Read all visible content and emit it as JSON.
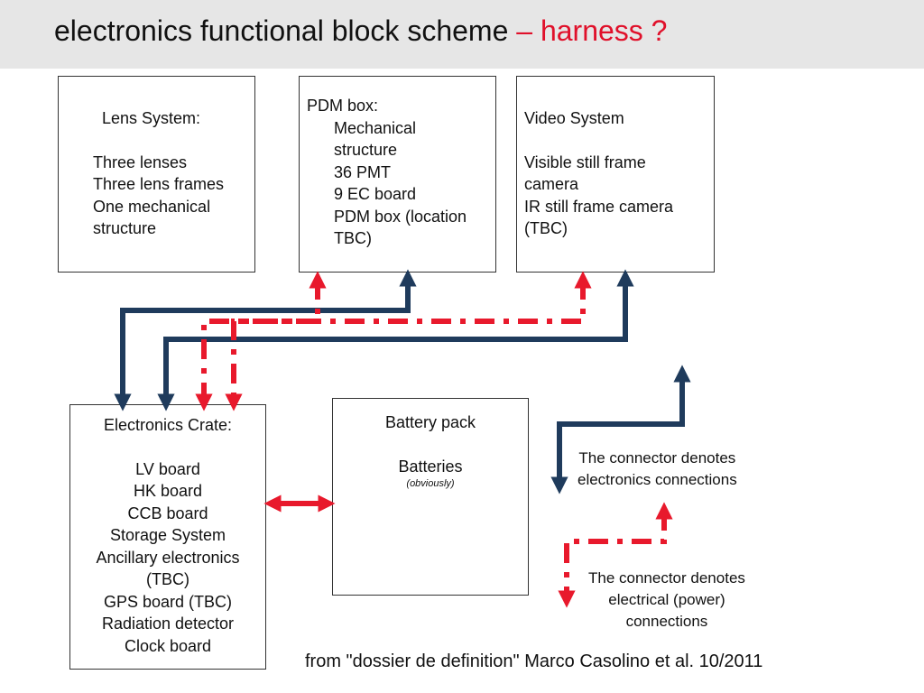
{
  "title": {
    "main": "electronics functional block scheme",
    "accent": "– harness ?"
  },
  "boxes": {
    "lens": {
      "heading": "Lens System:",
      "items": [
        "Three lenses",
        "Three lens frames",
        "One mechanical",
        "structure"
      ]
    },
    "pdm": {
      "heading": "PDM box:",
      "items": [
        "Mechanical",
        "structure",
        "36 PMT",
        "9 EC board",
        "PDM box (location",
        "TBC)"
      ]
    },
    "video": {
      "heading": "Video System",
      "items": [
        "Visible still frame",
        "camera",
        "IR still frame camera",
        "(TBC)"
      ]
    },
    "crate": {
      "heading": "Electronics Crate:",
      "items": [
        "LV board",
        "HK board",
        "CCB board",
        "Storage System",
        "Ancillary electronics",
        "(TBC)",
        "GPS board (TBC)",
        "Radiation detector",
        "Clock board"
      ]
    },
    "battery": {
      "heading": "Battery pack",
      "items": [
        "Batteries"
      ],
      "note": "(obviously)"
    }
  },
  "legend": {
    "electronics": {
      "line1": "The connector denotes",
      "line2": "electronics  connections"
    },
    "power": {
      "line1": "The connector denotes",
      "line2": "electrical (power)",
      "line3": "connections"
    }
  },
  "caption": "from \"dossier de definition\" Marco Casolino et al. 10/2011",
  "colors": {
    "electronics": "#1f3b5c",
    "power": "#e8192c",
    "header": "#e6e6e6"
  }
}
